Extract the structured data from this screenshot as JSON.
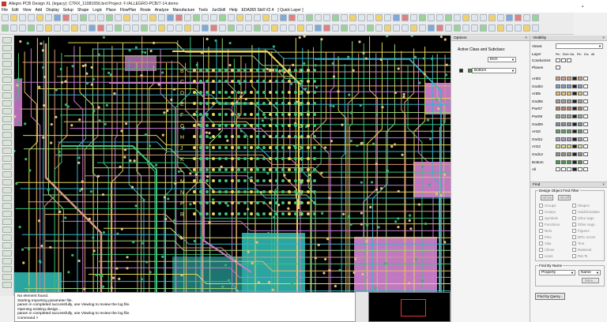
{
  "window": {
    "title": "Allegro PCB Design XL (legacy): CTRX_11081656.brd  Project: F:/ALLEGRO-PCB/7-14.demo",
    "brand": "cadence"
  },
  "menu": [
    "File",
    "Edit",
    "View",
    "Add",
    "Display",
    "Setup",
    "Shape",
    "Logic",
    "Place",
    "FlowPlan",
    "Route",
    "Analyze",
    "Manufacture",
    "Tools",
    "JunSkill",
    "Help",
    "EDA365 Skill V2.4",
    "[ Quick Layer ]"
  ],
  "options": {
    "header": "Options",
    "active_class_label": "Active Class and Subclass:",
    "class_value": "Etch",
    "subclass_value": "Bottom",
    "subclass_color": "#3fa040"
  },
  "visibility": {
    "header": "Visibility",
    "views_label": "Views:",
    "col_layer": "Layer",
    "cols": [
      "Pin",
      "Etch",
      "Via",
      "Pin",
      "Drc",
      "All"
    ],
    "conductors_label": "Conductors",
    "planes_label": "Planes",
    "layers": [
      {
        "name": "Art03",
        "color": "#d2a080"
      },
      {
        "name": "Gnd04",
        "color": "#7fa0c8"
      },
      {
        "name": "Art05",
        "color": "#e8c070"
      },
      {
        "name": "Gnd06",
        "color": "#a0a0a0"
      },
      {
        "name": "Pwr07",
        "color": "#c08060"
      },
      {
        "name": "Pwr08",
        "color": "#90b090"
      },
      {
        "name": "Gnd09",
        "color": "#8090a0"
      },
      {
        "name": "Art10",
        "color": "#60a060"
      },
      {
        "name": "Gnd11",
        "color": "#a0a0c0"
      },
      {
        "name": "Art12",
        "color": "#e0e070"
      },
      {
        "name": "Gnd13",
        "color": "#909090"
      },
      {
        "name": "Bottom",
        "color": "#3fa040"
      },
      {
        "name": "All",
        "color": "#ffffff"
      }
    ]
  },
  "find": {
    "header": "Find",
    "filter_title": "Design Object Find Filter",
    "all_on": "All On",
    "all_off": "All Off",
    "items_left": [
      "Groups",
      "Comps",
      "Symbols",
      "Functions",
      "Nets",
      "Pins",
      "Vias",
      "Clines",
      "Lines"
    ],
    "items_right": [
      "Shapes",
      "Voids/Cavities",
      "Cline segs",
      "Other segs",
      "Figures",
      "DRC errors",
      "Text",
      "Ratsnest",
      "Rat Ts"
    ],
    "find_by_name_title": "Find By Name",
    "find_by_name_type": "Property",
    "find_by_name_mode": "Name",
    "more_label": "More...",
    "find_by_query": "Find by Query..."
  },
  "command": {
    "lines": [
      "No element found.",
      "Starting Importing parameter file.",
      "param in completed successfully, use Viewlog to review the log file.",
      "Opening existing design...",
      "param in completed successfully, use Viewlog to review the log file.",
      "Command >"
    ]
  },
  "canvas": {
    "labels": [
      "B",
      "C",
      "D",
      "E",
      "F",
      "G",
      "H",
      "J",
      "K",
      "L",
      "M",
      "N",
      "P",
      "R"
    ]
  }
}
